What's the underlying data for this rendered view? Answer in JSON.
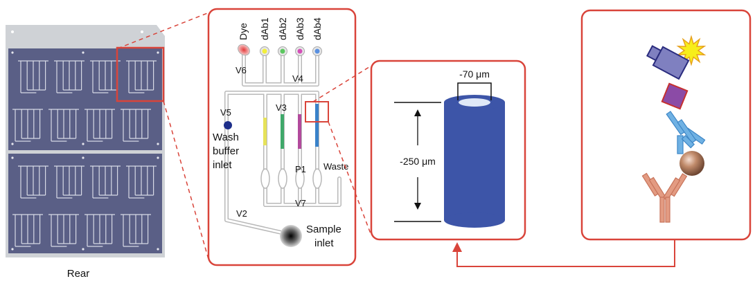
{
  "chip": {
    "label": "Rear",
    "plate_color": "#cfd2d6",
    "block_color": "#5a5f86",
    "channel_color": "#d8dae6"
  },
  "device": {
    "inlets": [
      "Dye",
      "dAb1",
      "dAb2",
      "dAb3",
      "dAb4"
    ],
    "inlet_colors": [
      "#e84d4d",
      "#f2ef3a",
      "#5cc760",
      "#d44fb8",
      "#5a90e0"
    ],
    "valves": [
      "V6",
      "V4",
      "V3",
      "V5",
      "P1",
      "V7",
      "V2"
    ],
    "wash_inlet": [
      "Wash",
      "buffer",
      "inlet"
    ],
    "waste_label": "Waste",
    "sample_inlet": [
      "Sample",
      "inlet"
    ]
  },
  "zoom": {
    "diameter_label": "-70 μm",
    "height_label": "-250 μm",
    "cylinder_color": "#3d55a8",
    "cylinder_top_color": "#dfe8f7"
  },
  "assay": {
    "star_color": "#f7ee1a",
    "detection_antibody_color": "#7f80c0",
    "linker_color": "#8b4ba6",
    "antibody_color": "#6fb1e3",
    "antigen_color": "#b98363",
    "capture_antibody_color": "#e39b82"
  },
  "frame_color": "#d9443a"
}
